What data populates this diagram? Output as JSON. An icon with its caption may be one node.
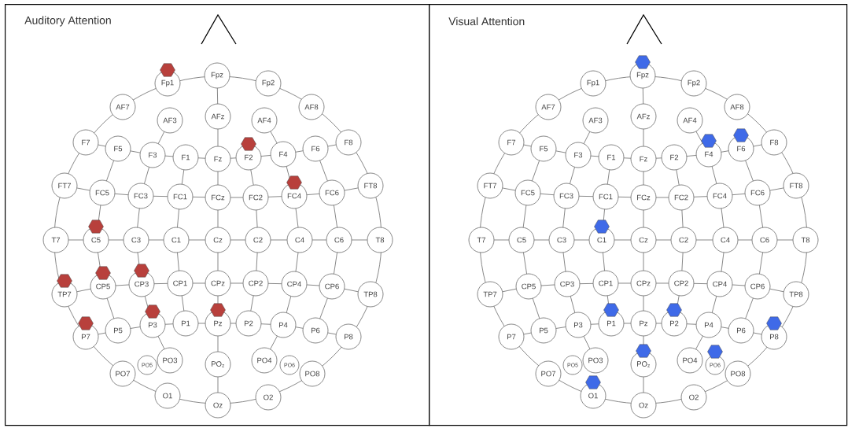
{
  "diagram": {
    "nodes": [
      {
        "text": [
          "Auditory Attention"
        ]
      },
      {
        "text": [
          "Fp1"
        ],
        "in": 0
      },
      {
        "text": [
          "Fpz"
        ],
        "in": 0
      },
      {
        "text": [
          "Fp2"
        ],
        "in": 0
      },
      {
        "text": [
          "AF7"
        ],
        "in": 0
      },
      {
        "text": [
          "AF3"
        ],
        "in": 0
      },
      {
        "text": [
          "AFz"
        ],
        "in": 0
      },
      {
        "text": [
          "AF4"
        ],
        "in": 0
      },
      {
        "text": [
          "AF8"
        ],
        "in": 0
      },
      {
        "text": [
          "F7"
        ],
        "in": 0
      },
      {
        "text": [
          "F5"
        ],
        "in": 0
      },
      {
        "text": [
          "F3"
        ],
        "in": 0
      },
      {
        "text": [
          "F1"
        ],
        "in": 0
      },
      {
        "text": [
          "Fz"
        ],
        "in": 0
      },
      {
        "text": [
          "F2"
        ],
        "in": 0
      },
      {
        "text": [
          "F4"
        ],
        "in": 0
      },
      {
        "text": [
          "F6"
        ],
        "in": 0
      },
      {
        "text": [
          "F8"
        ],
        "in": 0
      },
      {
        "text": [
          "FT7"
        ],
        "in": 0
      },
      {
        "text": [
          "FC5"
        ],
        "in": 0
      },
      {
        "text": [
          "FC3"
        ],
        "in": 0
      },
      {
        "text": [
          "FC1"
        ],
        "in": 0
      },
      {
        "text": [
          "FCz"
        ],
        "in": 0
      },
      {
        "text": [
          "FC2"
        ],
        "in": 0
      },
      {
        "text": [
          "FC4"
        ],
        "in": 0
      },
      {
        "text": [
          "FC6"
        ],
        "in": 0
      },
      {
        "text": [
          "FT8"
        ],
        "in": 0
      },
      {
        "text": [
          "T7"
        ],
        "in": 0
      },
      {
        "text": [
          "C5"
        ],
        "in": 0
      },
      {
        "text": [
          "C3"
        ],
        "in": 0
      },
      {
        "text": [
          "C1"
        ],
        "in": 0
      },
      {
        "text": [
          "Cz"
        ],
        "in": 0
      },
      {
        "text": [
          "C2"
        ],
        "in": 0
      },
      {
        "text": [
          "C4"
        ],
        "in": 0
      },
      {
        "text": [
          "C6"
        ],
        "in": 0
      },
      {
        "text": [
          "T8"
        ],
        "in": 0
      },
      {
        "text": [
          "TP7"
        ],
        "in": 0
      },
      {
        "text": [
          "CP5"
        ],
        "in": 0
      },
      {
        "text": [
          "CP3"
        ],
        "in": 0
      },
      {
        "text": [
          "CP1"
        ],
        "in": 0
      },
      {
        "text": [
          "CPz"
        ],
        "in": 0
      },
      {
        "text": [
          "CP2"
        ],
        "in": 0
      },
      {
        "text": [
          "CP4"
        ],
        "in": 0
      },
      {
        "text": [
          "CP6"
        ],
        "in": 0
      },
      {
        "text": [
          "TP8"
        ],
        "in": 0
      },
      {
        "text": [
          "P7"
        ],
        "in": 0
      },
      {
        "text": [
          "P5"
        ],
        "in": 0
      },
      {
        "text": [
          "P3"
        ],
        "in": 0
      },
      {
        "text": [
          "P1"
        ],
        "in": 0
      },
      {
        "text": [
          "Pz"
        ],
        "in": 0
      },
      {
        "text": [
          "P2"
        ],
        "in": 0
      },
      {
        "text": [
          "P4"
        ],
        "in": 0
      },
      {
        "text": [
          "P6"
        ],
        "in": 0
      },
      {
        "text": [
          "P8"
        ],
        "in": 0
      },
      {
        "text": [
          "PO7"
        ],
        "in": 0
      },
      {
        "text": [
          "PO5"
        ],
        "in": 0
      },
      {
        "text": [
          "PO3"
        ],
        "in": 0
      },
      {
        "text": [
          "PO$_{z}$"
        ],
        "in": 0
      },
      {
        "text": [
          "PO4"
        ],
        "in": 0
      },
      {
        "text": [
          "PO6"
        ],
        "in": 0
      },
      {
        "text": [
          "PO8"
        ],
        "in": 0
      },
      {
        "text": [
          "O1"
        ],
        "in": 0
      },
      {
        "text": [
          "Oz"
        ],
        "in": 0
      },
      {
        "text": [
          "O2"
        ],
        "in": 0
      },
      {
        "text": [],
        "shape": "hexagon",
        "in": 0
      },
      {
        "text": [],
        "shape": "hexagon",
        "in": 0
      },
      {
        "text": [],
        "shape": "hexagon",
        "in": 0
      },
      {
        "text": [],
        "shape": "hexagon",
        "in": 0
      },
      {
        "text": [],
        "shape": "hexagon",
        "in": 0
      },
      {
        "text": [],
        "shape": "hexagon",
        "in": 0
      },
      {
        "text": [],
        "shape": "hexagon",
        "in": 0
      },
      {
        "text": [],
        "shape": "hexagon",
        "in": 0
      },
      {
        "text": [],
        "shape": "hexagon",
        "in": 0
      },
      {
        "text": [],
        "shape": "hexagon",
        "in": 0
      },
      {
        "text": [
          "Visual Attention"
        ]
      },
      {
        "text": [
          "Fp1"
        ],
        "in": 74
      },
      {
        "text": [
          "Fpz"
        ],
        "in": 74
      },
      {
        "text": [
          "Fp2"
        ],
        "in": 74
      },
      {
        "text": [
          "AF7"
        ],
        "in": 74
      },
      {
        "text": [
          "AF3"
        ],
        "in": 74
      },
      {
        "text": [
          "AFz"
        ],
        "in": 74
      },
      {
        "text": [
          "AF4"
        ],
        "in": 74
      },
      {
        "text": [
          "AF8"
        ],
        "in": 74
      },
      {
        "text": [
          "F7"
        ],
        "in": 74
      },
      {
        "text": [
          "F5"
        ],
        "in": 74
      },
      {
        "text": [
          "F3"
        ],
        "in": 74
      },
      {
        "text": [
          "F1"
        ],
        "in": 74
      },
      {
        "text": [
          "Fz"
        ],
        "in": 74
      },
      {
        "text": [
          "F2"
        ],
        "in": 74
      },
      {
        "text": [
          "F4"
        ],
        "in": 74
      },
      {
        "text": [
          "F6"
        ],
        "in": 74
      },
      {
        "text": [
          "F8"
        ],
        "in": 74
      },
      {
        "text": [
          "FT7"
        ],
        "in": 74
      },
      {
        "text": [
          "FC5"
        ],
        "in": 74
      },
      {
        "text": [
          "FC3"
        ],
        "in": 74
      },
      {
        "text": [
          "FC1"
        ],
        "in": 74
      },
      {
        "text": [
          "FCz"
        ],
        "in": 74
      },
      {
        "text": [
          "FC2"
        ],
        "in": 74
      },
      {
        "text": [
          "FC4"
        ],
        "in": 74
      },
      {
        "text": [
          "FC6"
        ],
        "in": 74
      },
      {
        "text": [
          "FT8"
        ],
        "in": 74
      },
      {
        "text": [
          "T7"
        ],
        "in": 74
      },
      {
        "text": [
          "C5"
        ],
        "in": 74
      },
      {
        "text": [
          "C3"
        ],
        "in": 74
      },
      {
        "text": [
          "C1"
        ],
        "in": 74
      },
      {
        "text": [
          "Cz"
        ],
        "in": 74
      },
      {
        "text": [
          "C2"
        ],
        "in": 74
      },
      {
        "text": [
          "C4"
        ],
        "in": 74
      },
      {
        "text": [
          "C6"
        ],
        "in": 74
      },
      {
        "text": [
          "T8"
        ],
        "in": 74
      },
      {
        "text": [
          "TP7"
        ],
        "in": 74
      },
      {
        "text": [
          "CP5"
        ],
        "in": 74
      },
      {
        "text": [
          "CP3"
        ],
        "in": 74
      },
      {
        "text": [
          "CP1"
        ],
        "in": 74
      },
      {
        "text": [
          "CPz"
        ],
        "in": 74
      },
      {
        "text": [
          "CP2"
        ],
        "in": 74
      },
      {
        "text": [
          "CP4"
        ],
        "in": 74
      },
      {
        "text": [
          "CP6"
        ],
        "in": 74
      },
      {
        "text": [
          "TP8"
        ],
        "in": 74
      },
      {
        "text": [
          "P7"
        ],
        "in": 74
      },
      {
        "text": [
          "P5"
        ],
        "in": 74
      },
      {
        "text": [
          "P3"
        ],
        "in": 74
      },
      {
        "text": [
          "P1"
        ],
        "in": 74
      },
      {
        "text": [
          "Pz"
        ],
        "in": 74
      },
      {
        "text": [
          "P2"
        ],
        "in": 74
      },
      {
        "text": [
          "P4"
        ],
        "in": 74
      },
      {
        "text": [
          "P6"
        ],
        "in": 74
      },
      {
        "text": [
          "P8"
        ],
        "in": 74
      },
      {
        "text": [
          "PO7"
        ],
        "in": 74
      },
      {
        "text": [
          "PO5"
        ],
        "in": 74
      },
      {
        "text": [
          "PO3"
        ],
        "in": 74
      },
      {
        "text": [
          "PO$_{z}$"
        ],
        "in": 74
      },
      {
        "text": [
          "PO4"
        ],
        "in": 74
      },
      {
        "text": [
          "PO6"
        ],
        "in": 74
      },
      {
        "text": [
          "PO8"
        ],
        "in": 74
      },
      {
        "text": [
          "O1"
        ],
        "in": 74
      },
      {
        "text": [
          "Oz"
        ],
        "in": 74
      },
      {
        "text": [
          "O2"
        ],
        "in": 74
      },
      {
        "text": [],
        "shape": "hexagon",
        "in": 74
      },
      {
        "text": [],
        "shape": "hexagon",
        "in": 74
      },
      {
        "text": [],
        "shape": "hexagon",
        "in": 74
      },
      {
        "text": [],
        "shape": "hexagon",
        "in": 74
      },
      {
        "text": [],
        "shape": "hexagon",
        "in": 74
      },
      {
        "text": [],
        "shape": "hexagon",
        "in": 74
      },
      {
        "text": [],
        "shape": "hexagon",
        "in": 74
      },
      {
        "text": [],
        "shape": "hexagon",
        "in": 74
      },
      {
        "text": [],
        "shape": "hexagon",
        "in": 74
      },
      {
        "text": [],
        "shape": "hexagon",
        "in": 74
      }
    ]
  }
}
